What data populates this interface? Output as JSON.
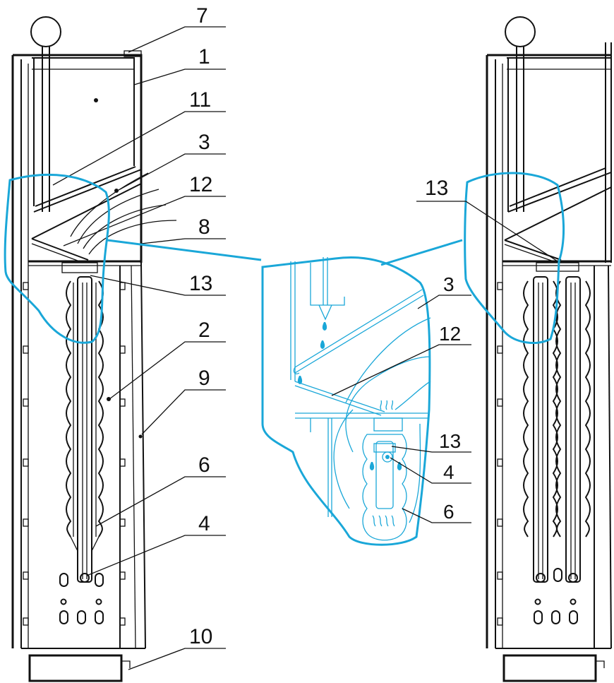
{
  "diagram": {
    "accent_color": "#1aa7d8",
    "line_color": "#111111",
    "left_labels": [
      "7",
      "1",
      "11",
      "3",
      "12",
      "8",
      "13",
      "2",
      "9",
      "6",
      "4",
      "10"
    ],
    "detail_labels": [
      "3",
      "12",
      "13",
      "4",
      "6"
    ],
    "right_labels": [
      "13"
    ]
  }
}
